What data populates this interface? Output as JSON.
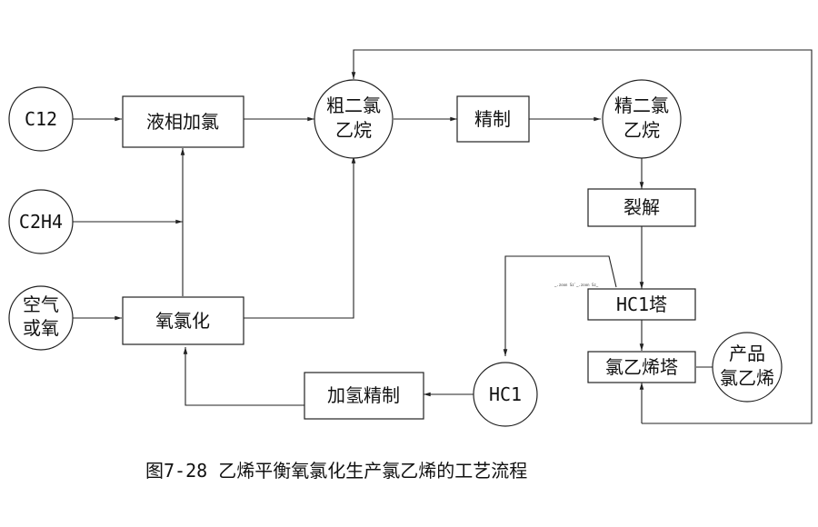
{
  "colors": {
    "stroke": "#222222",
    "text": "#111111",
    "background": "#ffffff"
  },
  "nodes": {
    "cl2": "C12",
    "c2h4": "C2H4",
    "air": [
      "空气",
      "或氧"
    ],
    "liquid_chlorination": "液相加氯",
    "oxychlorination": "氧氯化",
    "crude_edc": [
      "粗二氯",
      "乙烷"
    ],
    "refining": "精制",
    "pure_edc": [
      "精二氯",
      "乙烷"
    ],
    "cracking": "裂解",
    "hcl_tower": "HC1塔",
    "vcm_tower": "氯乙烯塔",
    "product_vcm": [
      "产品",
      "氯乙烯"
    ],
    "hcl": "HC1",
    "hydro_refining": "加氢精制"
  },
  "tiny_label": "‿.zoon Sz`‿.zoon Sz‿",
  "caption": "图7-28 乙烯平衡氧氯化生产氯乙烯的工艺流程"
}
